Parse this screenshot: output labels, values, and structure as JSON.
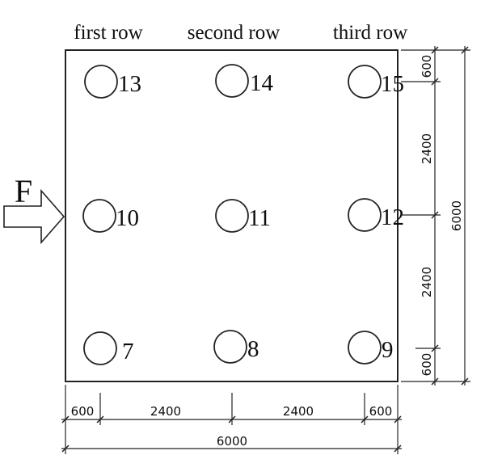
{
  "row_labels": {
    "first": "first row",
    "second": "second row",
    "third": "third row"
  },
  "force_label": "F",
  "piles": {
    "p7": "7",
    "p8": "8",
    "p9": "9",
    "p10": "10",
    "p11": "11",
    "p12": "12",
    "p13": "13",
    "p14": "14",
    "p15": "15"
  },
  "dimensions": {
    "bottom_left_edge": "600",
    "bottom_left_span": "2400",
    "bottom_right_span": "2400",
    "bottom_right_edge": "600",
    "bottom_total": "6000",
    "right_top_edge": "600",
    "right_upper_span": "2400",
    "right_lower_span": "2400",
    "right_bottom_edge": "600",
    "right_total": "6000"
  }
}
